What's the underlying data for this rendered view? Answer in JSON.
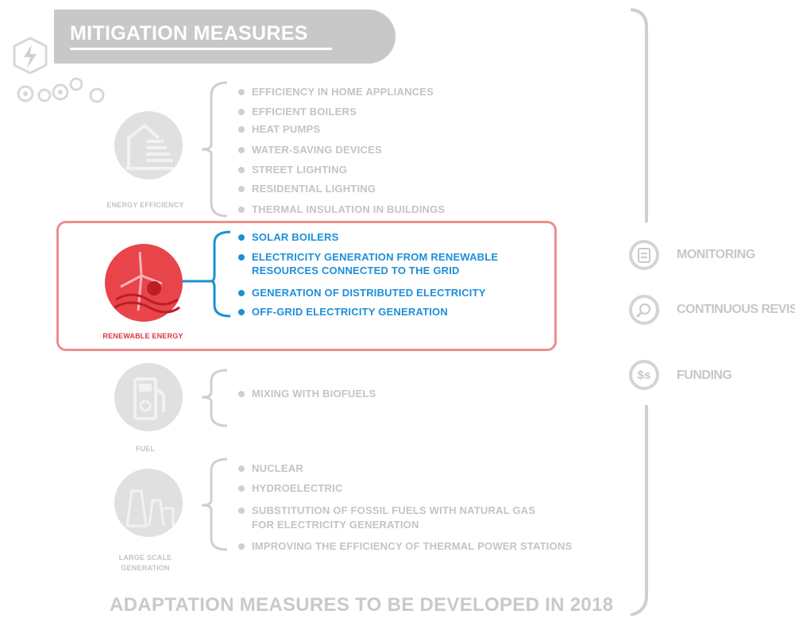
{
  "title": "MITIGATION MEASURES",
  "colors": {
    "grey": "#c4c4c4",
    "blue": "#1e8fd8",
    "red": "#e8444a",
    "highlight_border": "#ef8d8d"
  },
  "categories": [
    {
      "label": "ENERGY EFFICIENCY",
      "icon": "building-energy-icon",
      "items": [
        "EFFICIENCY IN HOME APPLIANCES",
        "EFFICIENT BOILERS",
        "HEAT PUMPS",
        "WATER-SAVING DEVICES",
        "STREET LIGHTING",
        "RESIDENTIAL LIGHTING",
        "THERMAL INSULATION IN BUILDINGS"
      ]
    },
    {
      "label": "RENEWABLE ENERGY",
      "icon": "wind-turbine-icon",
      "items": [
        "SOLAR BOILERS",
        "ELECTRICITY GENERATION FROM RENEWABLE",
        "RESOURCES CONNECTED TO THE GRID",
        "GENERATION OF DISTRIBUTED ELECTRICITY",
        "OFF-GRID ELECTRICITY GENERATION"
      ]
    },
    {
      "label": "FUEL",
      "icon": "fuel-pump-icon",
      "items": [
        "MIXING WITH BIOFUELS"
      ]
    },
    {
      "label_line1": "LARGE SCALE",
      "label_line2": "GENERATION",
      "icon": "power-plant-icon",
      "items": [
        "NUCLEAR",
        "HYDROELECTRIC",
        "SUBSTITUTION OF FOSSIL FUELS WITH NATURAL GAS",
        "FOR ELECTRICITY GENERATION",
        "IMPROVING THE EFFICIENCY OF THERMAL POWER STATIONS"
      ]
    }
  ],
  "side": [
    {
      "label": "MONITORING",
      "icon": "clipboard-icon"
    },
    {
      "label": "CONTINUOUS REVISION",
      "icon": "magnifier-icon"
    },
    {
      "label": "FUNDING",
      "icon": "dollar-icon",
      "glyph": "$s"
    }
  ],
  "footer": "ADAPTATION MEASURES TO BE DEVELOPED IN 2018"
}
